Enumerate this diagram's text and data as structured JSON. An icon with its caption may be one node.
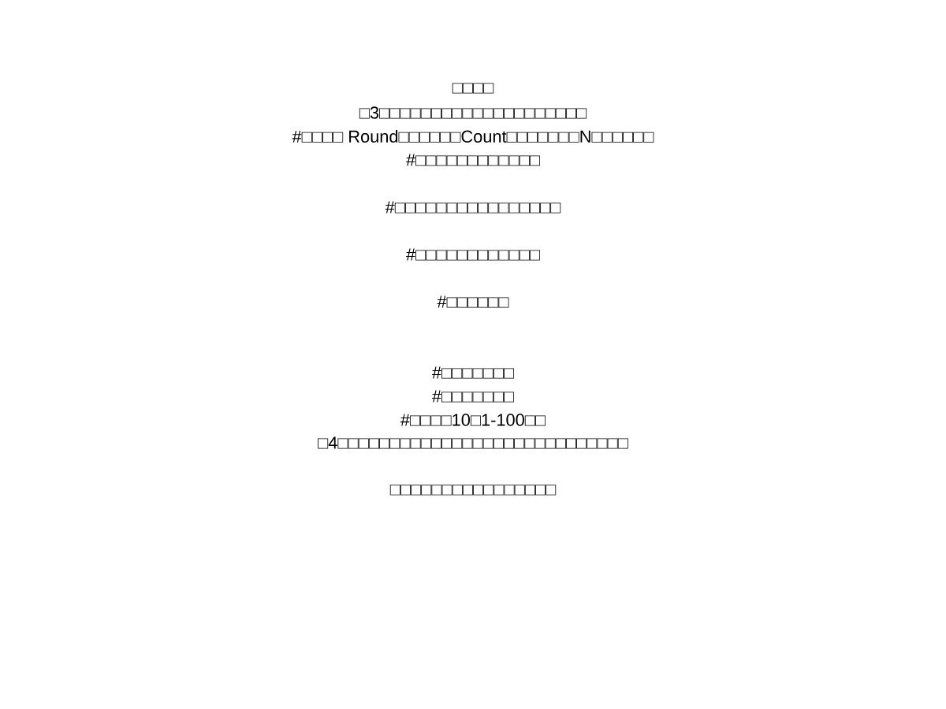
{
  "diagram": {
    "labels": [
      "□□□□",
      "□3□□□□□□□□□□□□□□□□□□□□",
      "#□□□□ Round□□□□□□Count□□□□□□□N□□□□□□",
      "#□□□□□□□□□□□□",
      "#□□□□□□□□□□□□□□□□",
      "#□□□□□□□□□□□□",
      "#□□□□□□",
      "#□□□□□□□",
      "#□□□□□□□",
      "#□□□□10□1-100□□",
      "□4□□□□□□□□□□□□□□□□□□□□□□□□□□□□",
      "□□□□□□□□□□□□□□□□"
    ]
  }
}
